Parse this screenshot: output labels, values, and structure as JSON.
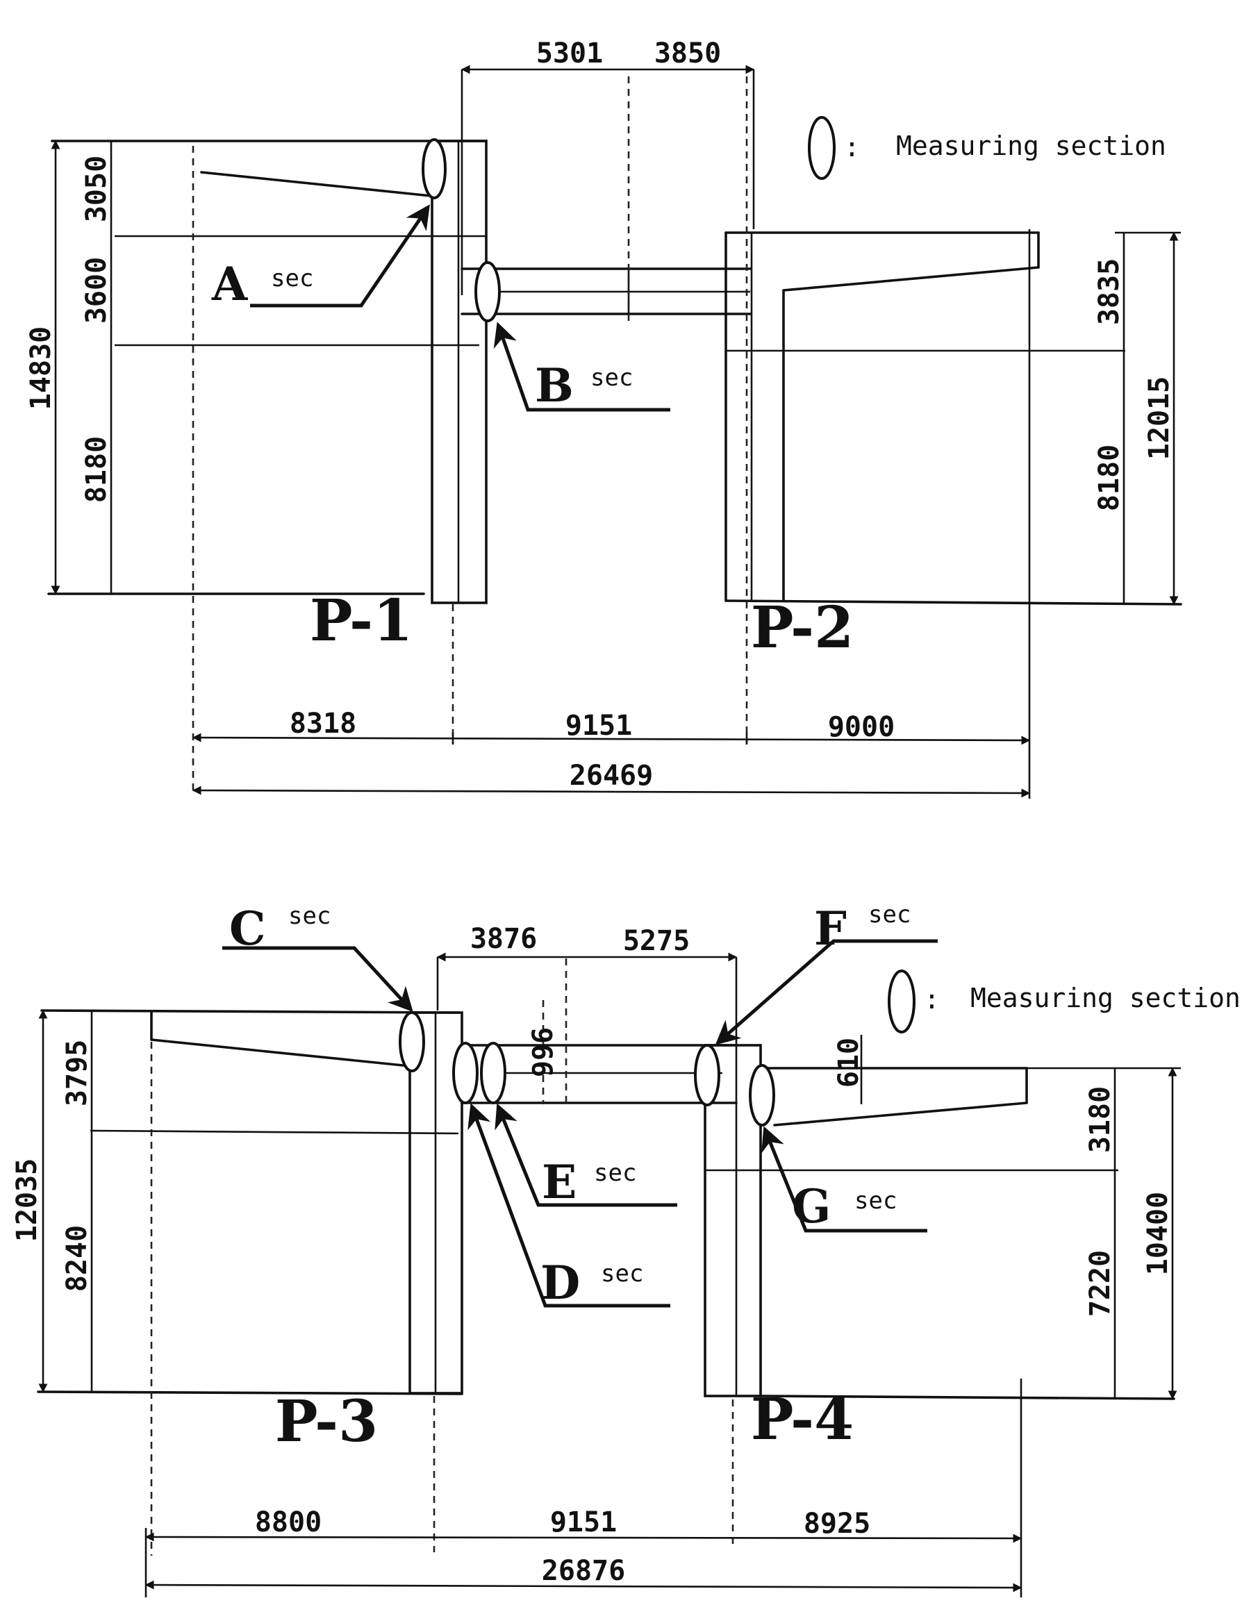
{
  "legend": {
    "label": "Measuring section",
    "separator": ":"
  },
  "top_diagram": {
    "piers": [
      "P-1",
      "P-2"
    ],
    "sections": [
      {
        "letter": "A",
        "suffix": "sec"
      },
      {
        "letter": "B",
        "suffix": "sec"
      }
    ],
    "dims": {
      "top_left": "5301",
      "top_right": "3850",
      "left_upper": "3050",
      "left_middle": "3600",
      "left_lower": "8180",
      "left_total": "14830",
      "right_upper": "3835",
      "right_lower": "8180",
      "right_total": "12015",
      "bottom_left": "8318",
      "bottom_middle": "9151",
      "bottom_right": "9000",
      "bottom_total": "26469"
    }
  },
  "bottom_diagram": {
    "piers": [
      "P-3",
      "P-4"
    ],
    "sections": [
      {
        "letter": "C",
        "suffix": "sec"
      },
      {
        "letter": "D",
        "suffix": "sec"
      },
      {
        "letter": "E",
        "suffix": "sec"
      },
      {
        "letter": "F",
        "suffix": "sec"
      },
      {
        "letter": "G",
        "suffix": "sec"
      }
    ],
    "dims": {
      "top_left": "3876",
      "top_right": "5275",
      "beam_left": "996",
      "beam_right": "610",
      "left_upper": "3795",
      "left_lower": "8240",
      "left_total": "12035",
      "right_upper": "3180",
      "right_lower": "7220",
      "right_total": "10400",
      "bottom_left": "8800",
      "bottom_middle": "9151",
      "bottom_right": "8925",
      "bottom_total": "26876"
    }
  }
}
